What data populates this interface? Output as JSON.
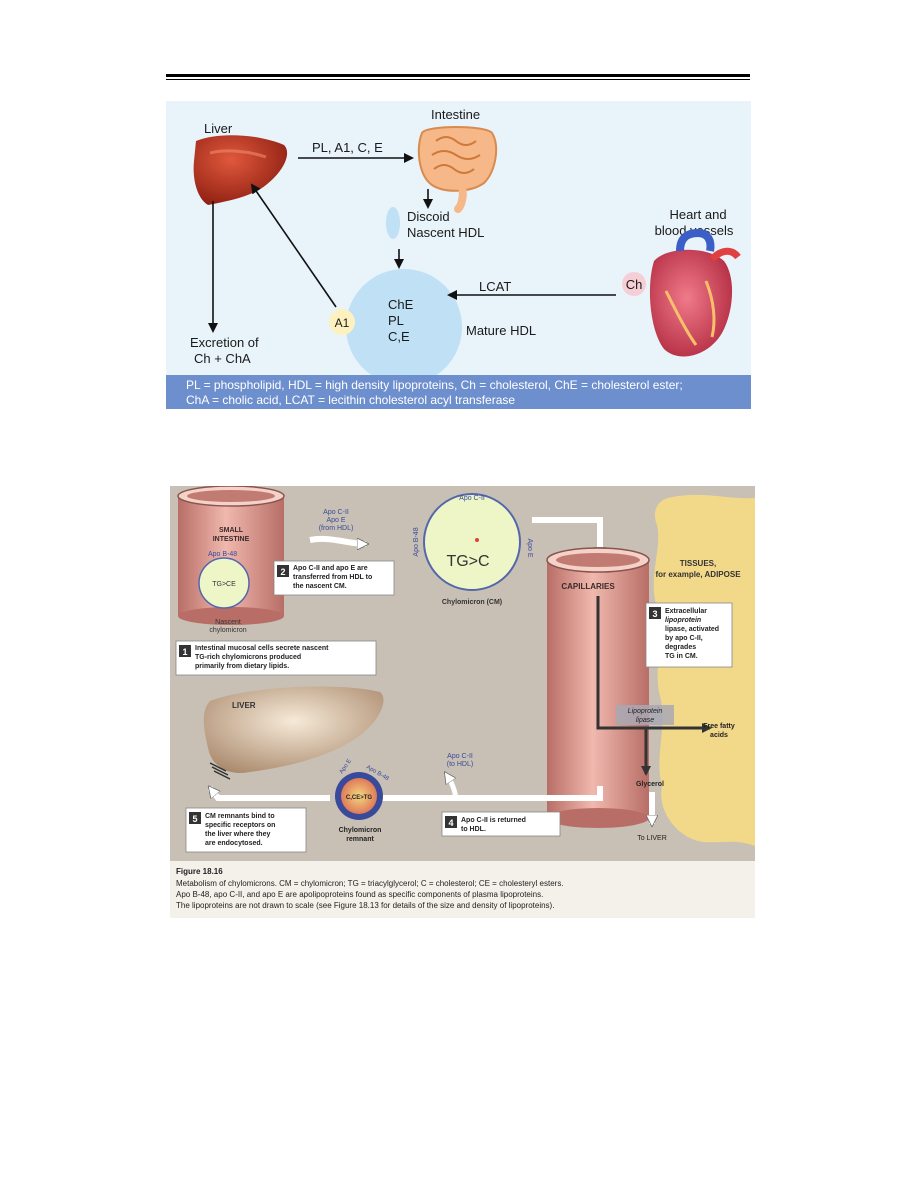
{
  "hdl_diagram": {
    "organs": {
      "liver": "Liver",
      "intestine": "Intestine",
      "heart": [
        "Heart and",
        "blood vessels"
      ]
    },
    "labels": {
      "pl_arrow": "PL, A1, C, E",
      "discoid": [
        "Discoid",
        "Nascent HDL"
      ],
      "lcat": "LCAT",
      "ch_badge": "Ch",
      "a1_badge": "A1",
      "hdl_contents": [
        "ChE",
        "PL",
        "C,E"
      ],
      "mature": "Mature HDL",
      "excretion": [
        "Excretion of",
        "Ch + ChA"
      ]
    },
    "legend": [
      "PL = phospholipid, HDL = high density lipoproteins, Ch = cholesterol, ChE = cholesterol ester;",
      "ChA = cholic acid, LCAT = lecithin cholesterol acyl transferase"
    ],
    "colors": {
      "panel_bg": "#e8f3fa",
      "hdl_sphere": "#bfe0f5",
      "legend_bg": "#6e8fce",
      "a1_badge": "#fdf2bf",
      "ch_badge": "#f6cfd6"
    }
  },
  "cm_diagram": {
    "labels": {
      "small_intestine": [
        "SMALL",
        "INTESTINE"
      ],
      "apo_b48": "Apo B-48",
      "tg_ce": "TG>CE",
      "nascent": [
        "Nascent",
        "chylomicron"
      ],
      "apo_from_hdl": [
        "Apo C-II",
        "Apo E",
        "(from HDL)"
      ],
      "cm_apo_top": "Apo C-II",
      "cm_apo_right": "Apo E",
      "cm_apo_left": "Apo B-48",
      "cm_core": "TG>C",
      "cm_name": "Chylomicron (CM)",
      "capillaries": "CAPILLARIES",
      "tissues": [
        "TISSUES,",
        "for example, ADIPOSE"
      ],
      "liver": "LIVER",
      "lipoprotein_lipase": [
        "Lipoprotein",
        "lipase"
      ],
      "free_fatty_acids": [
        "Free fatty",
        "acids"
      ],
      "glycerol": "Glycerol",
      "to_liver": "To LIVER",
      "apo_cii_to_hdl": [
        "Apo C-II",
        "(to HDL)"
      ],
      "remnant_apo_e": "Apo E",
      "remnant_apo_b48": "Apo B-48",
      "remnant_core": "C,CE>TG",
      "remnant_name": [
        "Chylomicron",
        "remnant"
      ]
    },
    "steps": [
      {
        "num": "1",
        "lines": [
          "Intestinal mucosal cells secrete nascent",
          "TG-rich chylomicrons produced",
          "primarily from dietary lipids."
        ]
      },
      {
        "num": "2",
        "lines": [
          "Apo C-II and apo E are",
          "transferred from HDL to",
          "the nascent CM."
        ]
      },
      {
        "num": "3",
        "lines": [
          "Extracellular",
          "lipoprotein",
          "lipase, activated",
          "by apo C-II,",
          "degrades",
          "TG in CM."
        ]
      },
      {
        "num": "4",
        "lines": [
          "Apo C-II is returned",
          "to HDL."
        ]
      },
      {
        "num": "5",
        "lines": [
          "CM remnants bind to",
          "specific receptors on",
          "the liver where they",
          "are endocytosed."
        ]
      }
    ],
    "caption": {
      "title": "Figure 18.16",
      "lines": [
        "Metabolism of chylomicrons.  CM = chylomicron; TG = triacylglycerol; C = cholesterol; CE = cholesteryl esters.",
        "Apo B-48, apo C-II, and apo E are apolipoproteins found as specific components of plasma lipoproteins.",
        "The lipoproteins are not drawn to scale (see Figure 18.13 for details of the size and density of lipoproteins)."
      ]
    },
    "colors": {
      "panel_bg": "#c8c0b4",
      "adipose": "#f2d98a",
      "vessel": "#d9968e",
      "chylomicron": "#eef6c8",
      "step_badge": "#333333"
    }
  }
}
